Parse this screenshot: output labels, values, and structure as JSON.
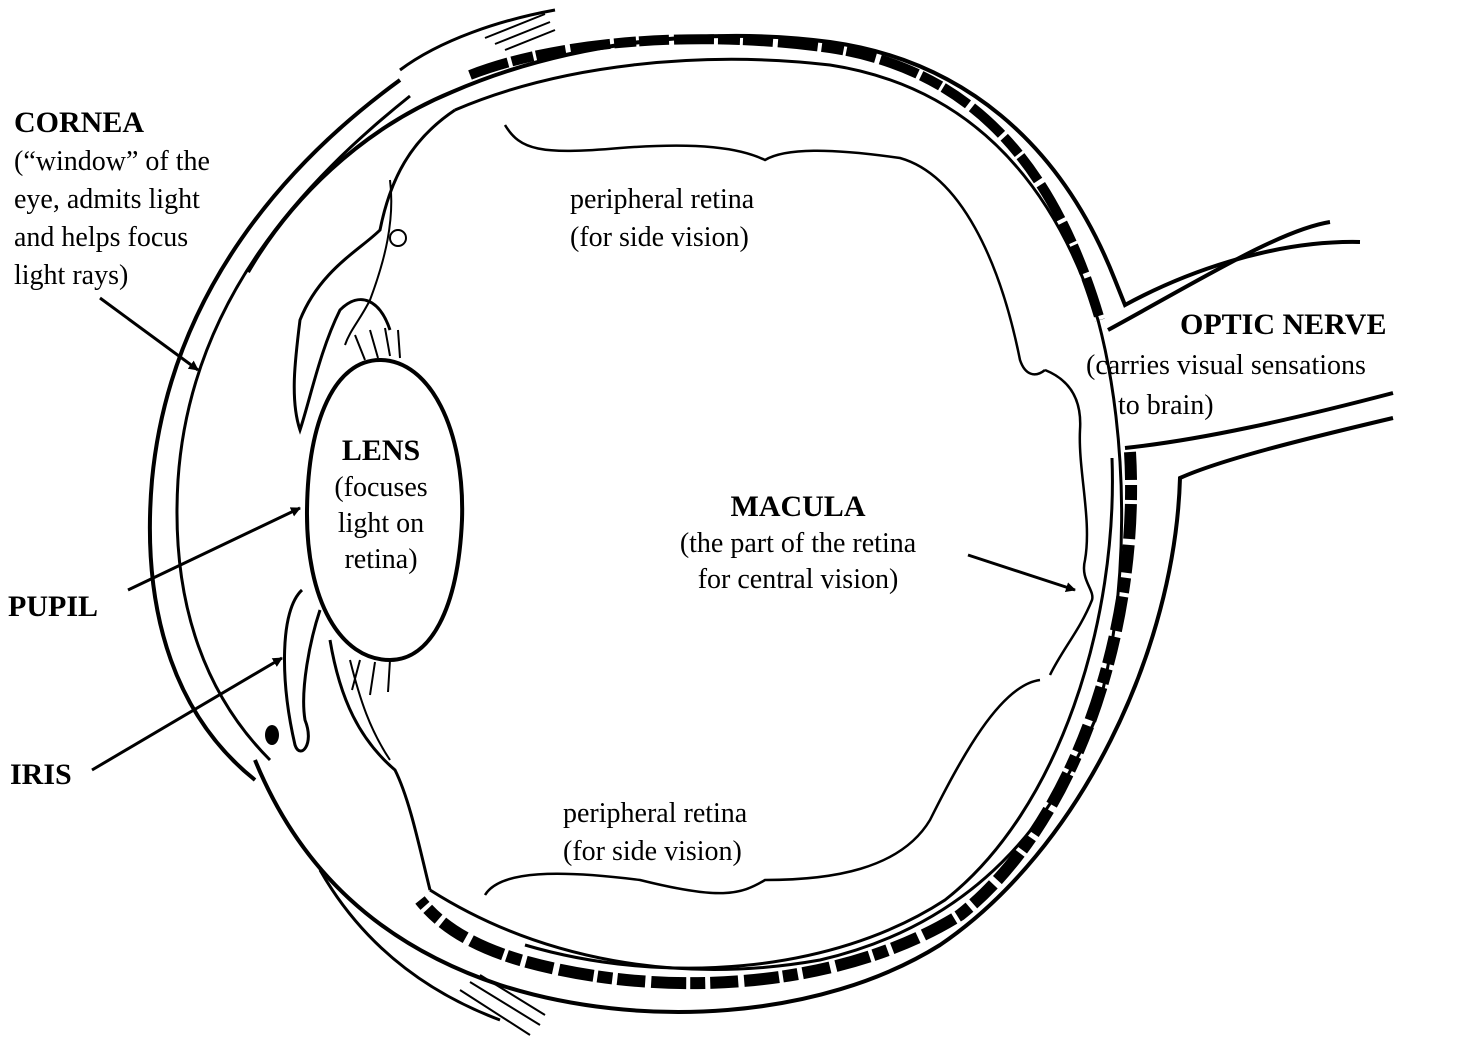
{
  "labels": {
    "cornea": {
      "title": "CORNEA",
      "lines": [
        "(“window” of the",
        "eye, admits light",
        "and helps focus",
        "light rays)"
      ]
    },
    "lens": {
      "title": "LENS",
      "lines": [
        "(focuses",
        "light on",
        "retina)"
      ]
    },
    "pupil": {
      "title": "PUPIL"
    },
    "iris": {
      "title": "IRIS"
    },
    "macula": {
      "title": "MACULA",
      "lines": [
        "(the part of the retina",
        "for central vision)"
      ]
    },
    "optic_nerve": {
      "title": "OPTIC NERVE",
      "lines": [
        "(carries visual sensations",
        "to brain)"
      ]
    },
    "peripheral_top": {
      "lines": [
        "peripheral retina",
        "(for side vision)"
      ]
    },
    "peripheral_bottom": {
      "lines": [
        "peripheral retina",
        "(for side vision)"
      ]
    }
  },
  "colors": {
    "ink": "#000000",
    "paper": "#ffffff"
  }
}
